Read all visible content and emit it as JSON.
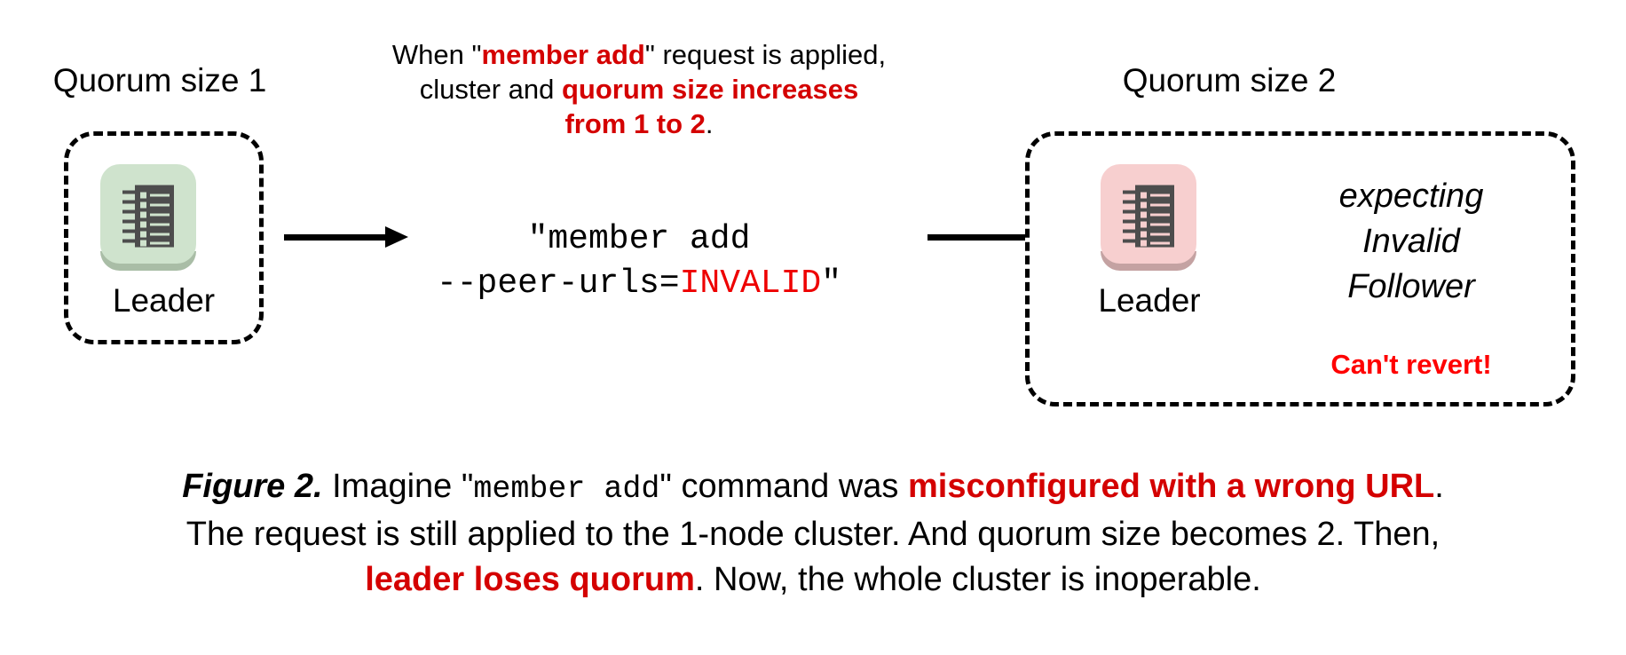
{
  "left_cluster": {
    "title": "Quorum size 1",
    "node": {
      "label": "Leader",
      "icon": "server-ledger-icon",
      "tile_color": "#cfe3cd",
      "tile_shadow": "#a9bda6",
      "glyph_color": "#4d4d4d"
    }
  },
  "right_cluster": {
    "title": "Quorum size 2",
    "node": {
      "label": "Leader",
      "icon": "server-ledger-icon",
      "tile_color": "#f7cfcf",
      "tile_shadow": "#c4a2a2",
      "glyph_color": "#4d4d4d"
    },
    "expecting": {
      "line1": "expecting",
      "line2": "Invalid",
      "line3": "Follower"
    },
    "warning": "Can't revert!"
  },
  "top_note": {
    "line1_a": "When \"",
    "line1_b": "member add",
    "line1_c": "\" request is applied,",
    "line2_a": "cluster and ",
    "line2_b": "quorum size increases",
    "line3_a": "from 1 to 2",
    "line3_b": "."
  },
  "command": {
    "line1": "\"member add",
    "line2_a": "--peer-urls=",
    "line2_b": "INVALID",
    "line2_c": "\""
  },
  "arrows": {
    "left_arrow": "arrow-right-icon",
    "right_arrow": "arrow-right-icon"
  },
  "caption": {
    "figure_number": "Figure 2.",
    "l1_a": " Imagine \"",
    "l1_mono": "member add",
    "l1_b": "\" command was ",
    "l1_red": "misconfigured with a wrong URL",
    "l1_c": ".",
    "l2": "The request is still applied to the 1-node cluster. And quorum size becomes 2. Then,",
    "l3_red": "leader loses quorum",
    "l3_a": ". Now, the whole cluster is inoperable."
  },
  "colors": {
    "accent_red": "#d40000",
    "plain_red": "#ee0000",
    "warning_red": "#ff0000",
    "ink": "#000000",
    "background": "#ffffff"
  }
}
